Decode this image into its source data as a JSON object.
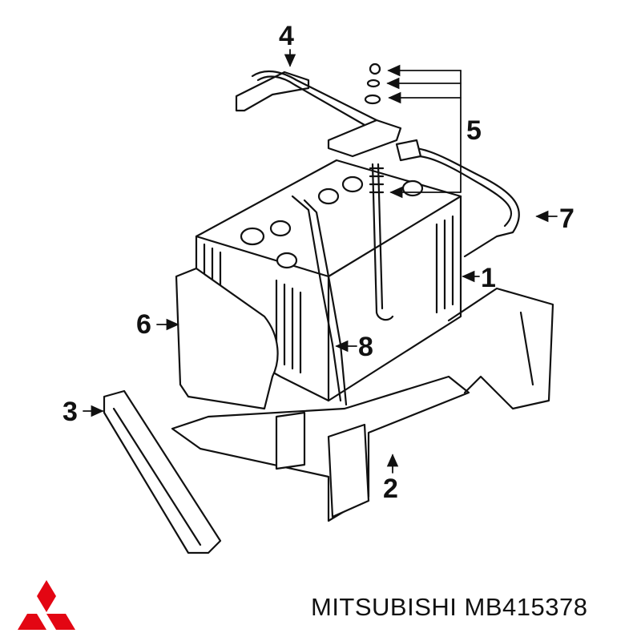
{
  "diagram": {
    "callouts": [
      {
        "id": "c4",
        "label": "4"
      },
      {
        "id": "c5",
        "label": "5"
      },
      {
        "id": "c7",
        "label": "7"
      },
      {
        "id": "c1",
        "label": "1"
      },
      {
        "id": "c6",
        "label": "6"
      },
      {
        "id": "c8",
        "label": "8"
      },
      {
        "id": "c3",
        "label": "3"
      },
      {
        "id": "c2",
        "label": "2"
      }
    ],
    "line_color": "#111111"
  },
  "footer": {
    "brand_text": "MITSUBISHI MB415378",
    "logo_color": "#e30613",
    "logo_icon": "mitsubishi-three-diamonds-icon"
  }
}
